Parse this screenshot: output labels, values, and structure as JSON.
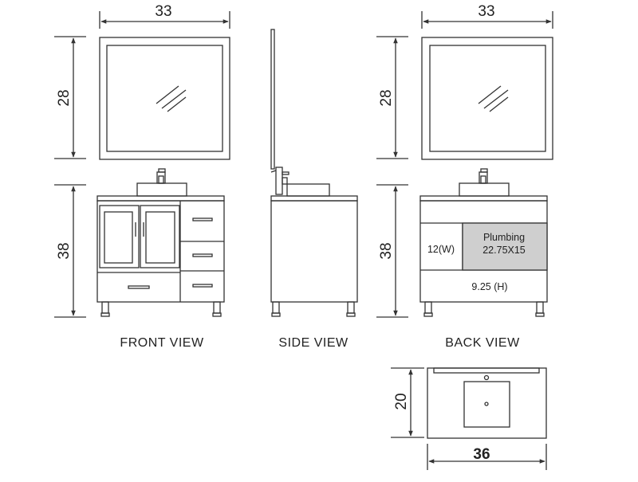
{
  "front_view": {
    "label": "FRONT VIEW",
    "width_dim": "33",
    "mirror_height_dim": "28",
    "cabinet_height_dim": "38"
  },
  "side_view": {
    "label": "SIDE VIEW"
  },
  "back_view": {
    "label": "BACK VIEW",
    "width_dim": "33",
    "mirror_height_dim": "28",
    "cabinet_height_dim": "38",
    "plumbing_title": "Plumbing",
    "plumbing_size": "22.75X15",
    "left_width_note": "12(W)",
    "bottom_height_note": "9.25 (H)"
  },
  "top_view": {
    "depth_dim": "20",
    "width_dim": "36"
  },
  "colors": {
    "line": "#333333",
    "plumbing_fill": "#cfcfcf"
  }
}
